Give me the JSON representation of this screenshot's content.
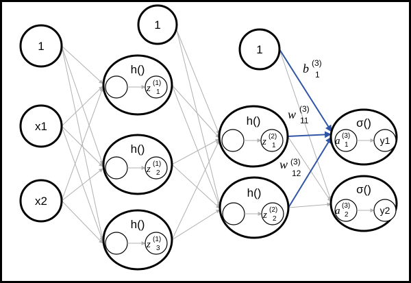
{
  "inputs": {
    "bias_label": "1",
    "x1_label": "x1",
    "x2_label": "x2"
  },
  "layer1": {
    "bias_label": "1",
    "nodes": [
      {
        "func": "h()",
        "var": "z",
        "sup": "(1)",
        "sub": "1"
      },
      {
        "func": "h()",
        "var": "z",
        "sup": "(1)",
        "sub": "2"
      },
      {
        "func": "h()",
        "var": "z",
        "sup": "(1)",
        "sub": "3"
      }
    ]
  },
  "layer2": {
    "bias_label": "1",
    "nodes": [
      {
        "func": "h()",
        "var": "z",
        "sup": "(2)",
        "sub": "1"
      },
      {
        "func": "h()",
        "var": "z",
        "sup": "(2)",
        "sub": "2"
      }
    ]
  },
  "output": {
    "nodes": [
      {
        "func": "σ()",
        "var": "a",
        "sup": "(3)",
        "sub": "1",
        "out": "y1"
      },
      {
        "func": "σ()",
        "var": "a",
        "sup": "(3)",
        "sub": "2",
        "out": "y2"
      }
    ]
  },
  "annotations": {
    "bias": {
      "var": "b",
      "sup": "(3)",
      "sub": "1"
    },
    "w11": {
      "var": "w",
      "sup": "(3)",
      "sub": "11"
    },
    "w12": {
      "var": "w",
      "sup": "(3)",
      "sub": "12"
    }
  },
  "colors": {
    "highlight_edge": "#2f55a4",
    "edge": "#b0b0b0",
    "node_stroke": "#000000"
  }
}
